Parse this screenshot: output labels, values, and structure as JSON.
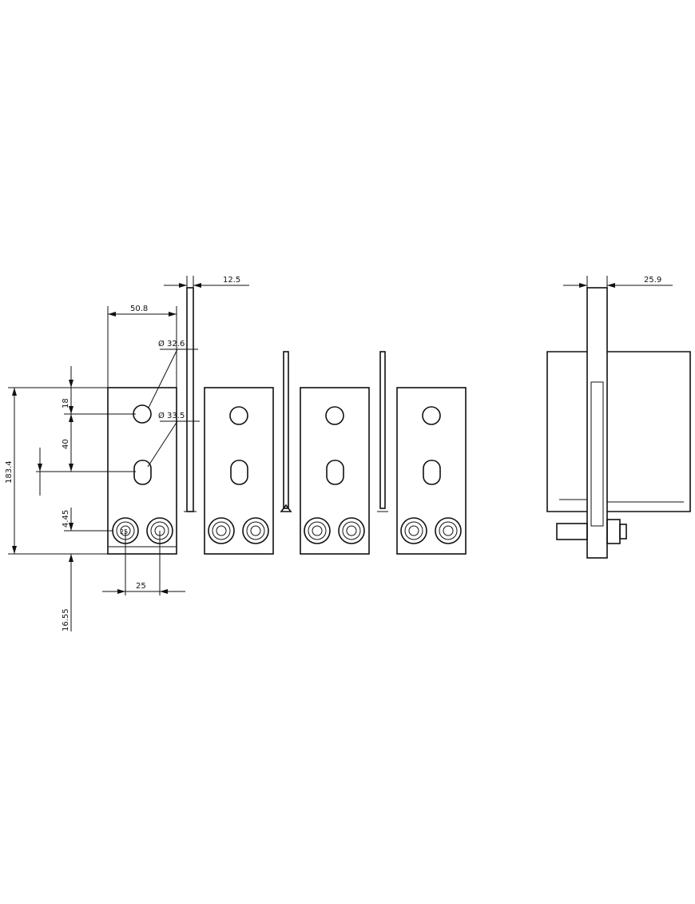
{
  "dimensions": {
    "plate_width": "50.8",
    "bar_thickness": "12.5",
    "side_thickness": "25.9",
    "overall_height": "183.4",
    "hole_offset_top": "18",
    "hole_spacing": "40",
    "terminal_offset": "4.45",
    "bottom_offset": "16.55",
    "terminal_spacing": "25",
    "hole_dia_1": "Ø 32.6",
    "hole_dia_2": "Ø 33.5",
    "terminal_label": "25"
  }
}
